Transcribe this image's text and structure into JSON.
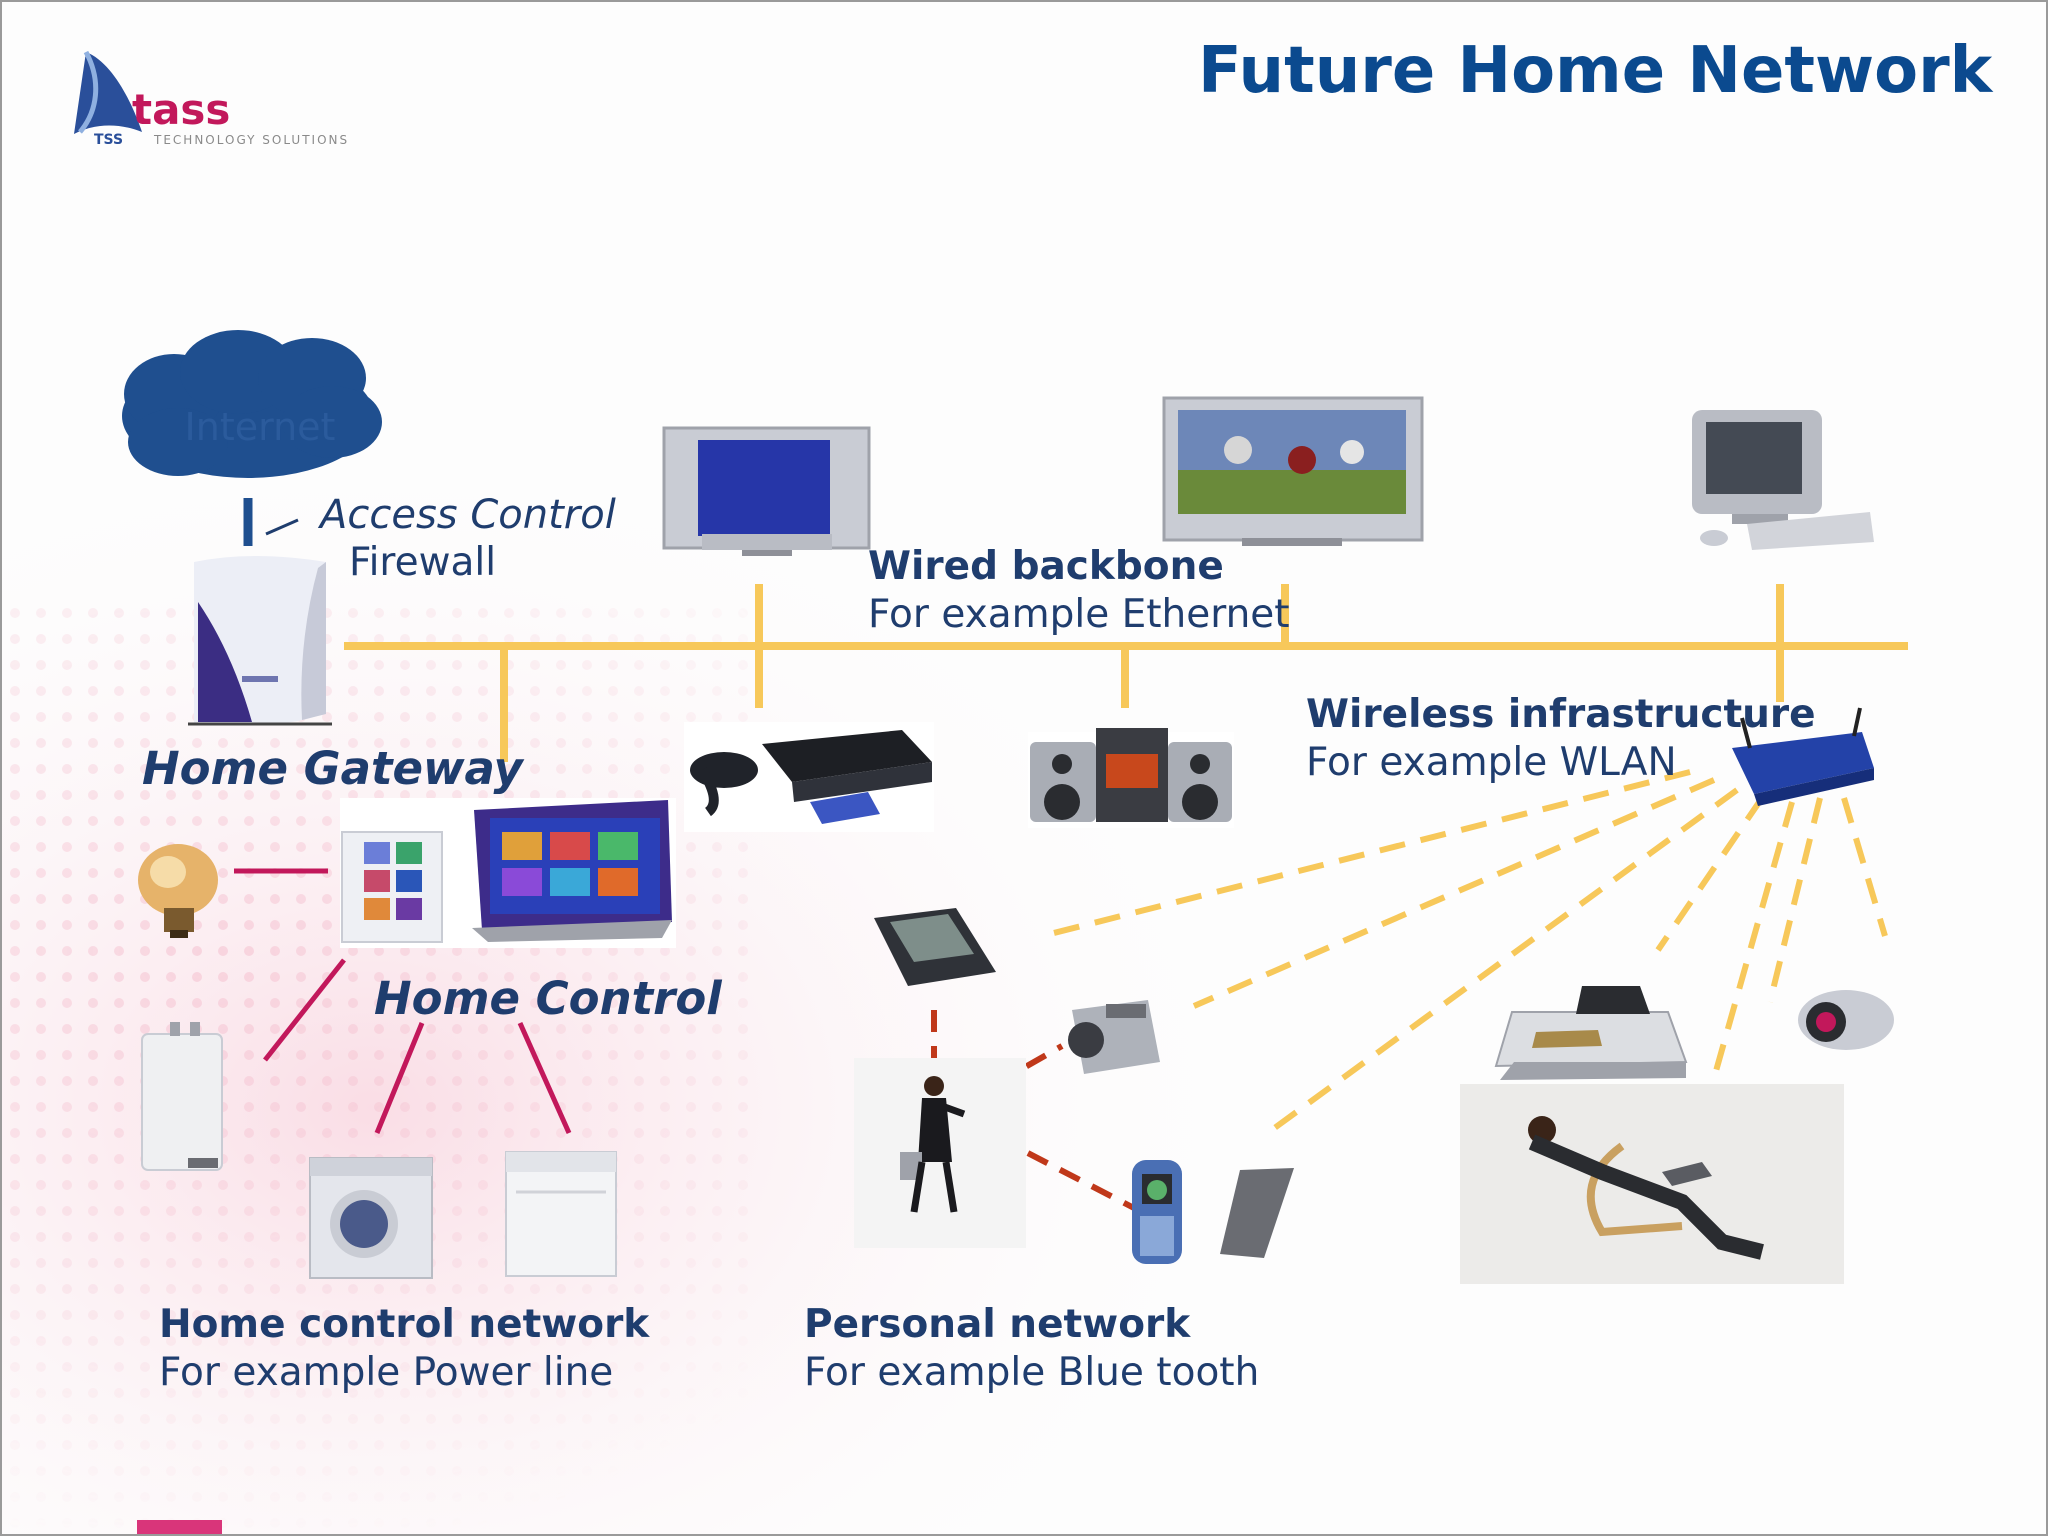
{
  "title": "Future Home Network",
  "logo": {
    "brand": "tass",
    "tagline": "TECHNOLOGY SOLUTIONS",
    "mark": "TSS"
  },
  "cloud_label": "Internet",
  "access_control": {
    "title": "Access Control",
    "subtitle": "Firewall"
  },
  "home_gateway": "Home Gateway",
  "wired_backbone": {
    "title": "Wired backbone",
    "subtitle": "For example Ethernet"
  },
  "wireless": {
    "title": "Wireless  infrastructure",
    "subtitle": "For example WLAN"
  },
  "home_control": "Home Control",
  "home_control_network": {
    "title": "Home control network",
    "subtitle": "For example Power line"
  },
  "personal_network": {
    "title": "Personal network",
    "subtitle": "For example Blue tooth"
  },
  "colors": {
    "title": "#0b4a8f",
    "text": "#1f3d6e",
    "backbone": "#f7c85a",
    "power_line": "#c2185b",
    "bluetooth": "#c0381a",
    "cloud": "#1f4f8f"
  },
  "devices": [
    "router-icon",
    "lcd-tv-icon",
    "plasma-tv-icon",
    "desktop-computer-icon",
    "game-console-icon",
    "stereo-system-icon",
    "wireless-router-icon",
    "light-bulb-icon",
    "touch-panel-icon",
    "boiler-icon",
    "washing-machine-icon",
    "dishwasher-icon",
    "pda-icon",
    "camcorder-icon",
    "businesswoman-icon",
    "mobile-phone-icon",
    "printer-icon",
    "webcam-icon",
    "laptop-user-icon"
  ]
}
